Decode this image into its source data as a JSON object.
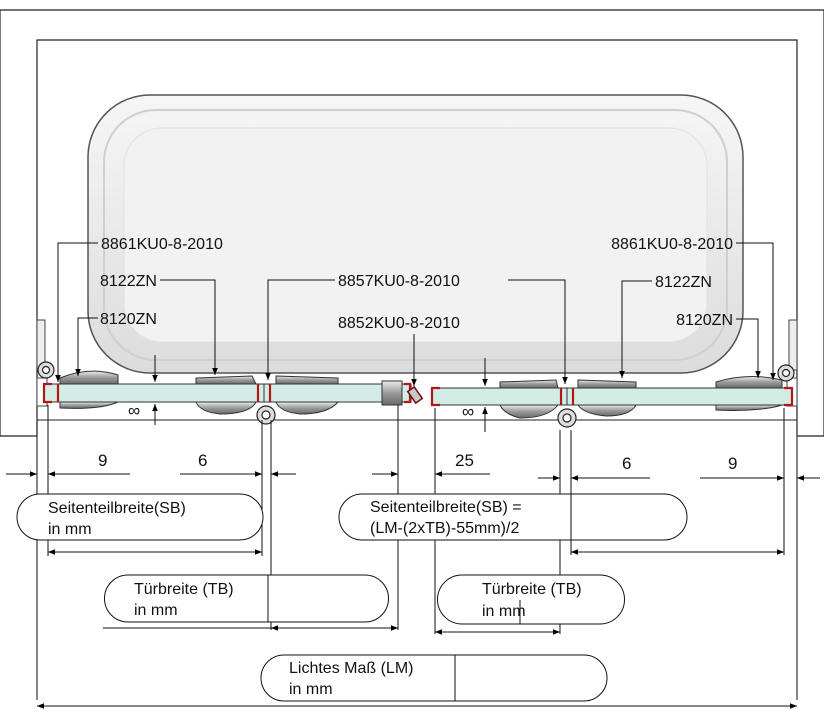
{
  "part_numbers": {
    "left_hinge": "8861KU0-8-2010",
    "left_clip": "8122ZN",
    "left_wall_bracket": "8120ZN",
    "center_hinge": "8857KU0-8-2010",
    "center_connector": "8852KU0-8-2010",
    "right_hinge": "8861KU0-8-2010",
    "right_clip": "8122ZN",
    "right_wall_bracket": "8120ZN"
  },
  "gap_symbols": {
    "left": "∞",
    "right": "∞"
  },
  "dimensions": {
    "left_edge": "9",
    "left_hinge_gap": "6",
    "center_gap": "25",
    "right_hinge_gap": "6",
    "right_edge": "9"
  },
  "fields": {
    "side_panel_left": {
      "line1": "Seitenteilbreite(SB)",
      "line2": "in mm"
    },
    "side_panel_right": {
      "line1": "Seitenteilbreite(SB) =",
      "line2": "(LM-(2xTB)-55mm)/2"
    },
    "door_left": {
      "line1": "Türbreite (TB)",
      "line2": "in mm"
    },
    "door_right": {
      "line1": "Türbreite (TB)",
      "line2": "in mm"
    },
    "clear_width": {
      "line1": "Lichtes Maß (LM)",
      "line2": "in mm"
    }
  }
}
